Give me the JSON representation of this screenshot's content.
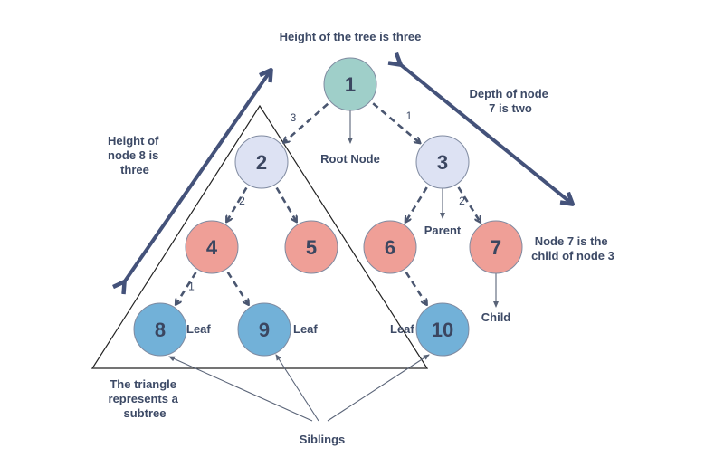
{
  "title": "Height of the tree is three",
  "labels": {
    "height_node8": [
      "Height of",
      "node 8 is",
      "three"
    ],
    "depth_node7": [
      "Depth of node",
      "7 is two"
    ],
    "root_node": "Root Node",
    "parent": "Parent",
    "child_of": [
      "Node 7 is the",
      "child of node 3"
    ],
    "child": "Child",
    "triangle": [
      "The triangle",
      "represents a",
      "subtree"
    ],
    "siblings": "Siblings",
    "leaf": "Leaf"
  },
  "nodes": [
    {
      "id": "1",
      "kind": "root"
    },
    {
      "id": "2",
      "kind": "inner"
    },
    {
      "id": "3",
      "kind": "inner"
    },
    {
      "id": "4",
      "kind": "middle"
    },
    {
      "id": "5",
      "kind": "middle"
    },
    {
      "id": "6",
      "kind": "middle"
    },
    {
      "id": "7",
      "kind": "middle"
    },
    {
      "id": "8",
      "kind": "leaf"
    },
    {
      "id": "9",
      "kind": "leaf"
    },
    {
      "id": "10",
      "kind": "leaf"
    }
  ],
  "edges": [
    {
      "from": "1",
      "to": "2",
      "label": "3"
    },
    {
      "from": "1",
      "to": "3",
      "label": "1"
    },
    {
      "from": "2",
      "to": "4",
      "label": "2"
    },
    {
      "from": "2",
      "to": "5",
      "label": ""
    },
    {
      "from": "3",
      "to": "6",
      "label": ""
    },
    {
      "from": "3",
      "to": "7",
      "label": "2"
    },
    {
      "from": "4",
      "to": "8",
      "label": "1"
    },
    {
      "from": "4",
      "to": "9",
      "label": ""
    },
    {
      "from": "6",
      "to": "10",
      "label": ""
    }
  ],
  "colors": {
    "root": "#9fcfc9",
    "inner": "#dde2f3",
    "middle": "#ef9f97",
    "leaf": "#72b1d8",
    "text": "#3d4a66",
    "arrow": "#44527a"
  }
}
